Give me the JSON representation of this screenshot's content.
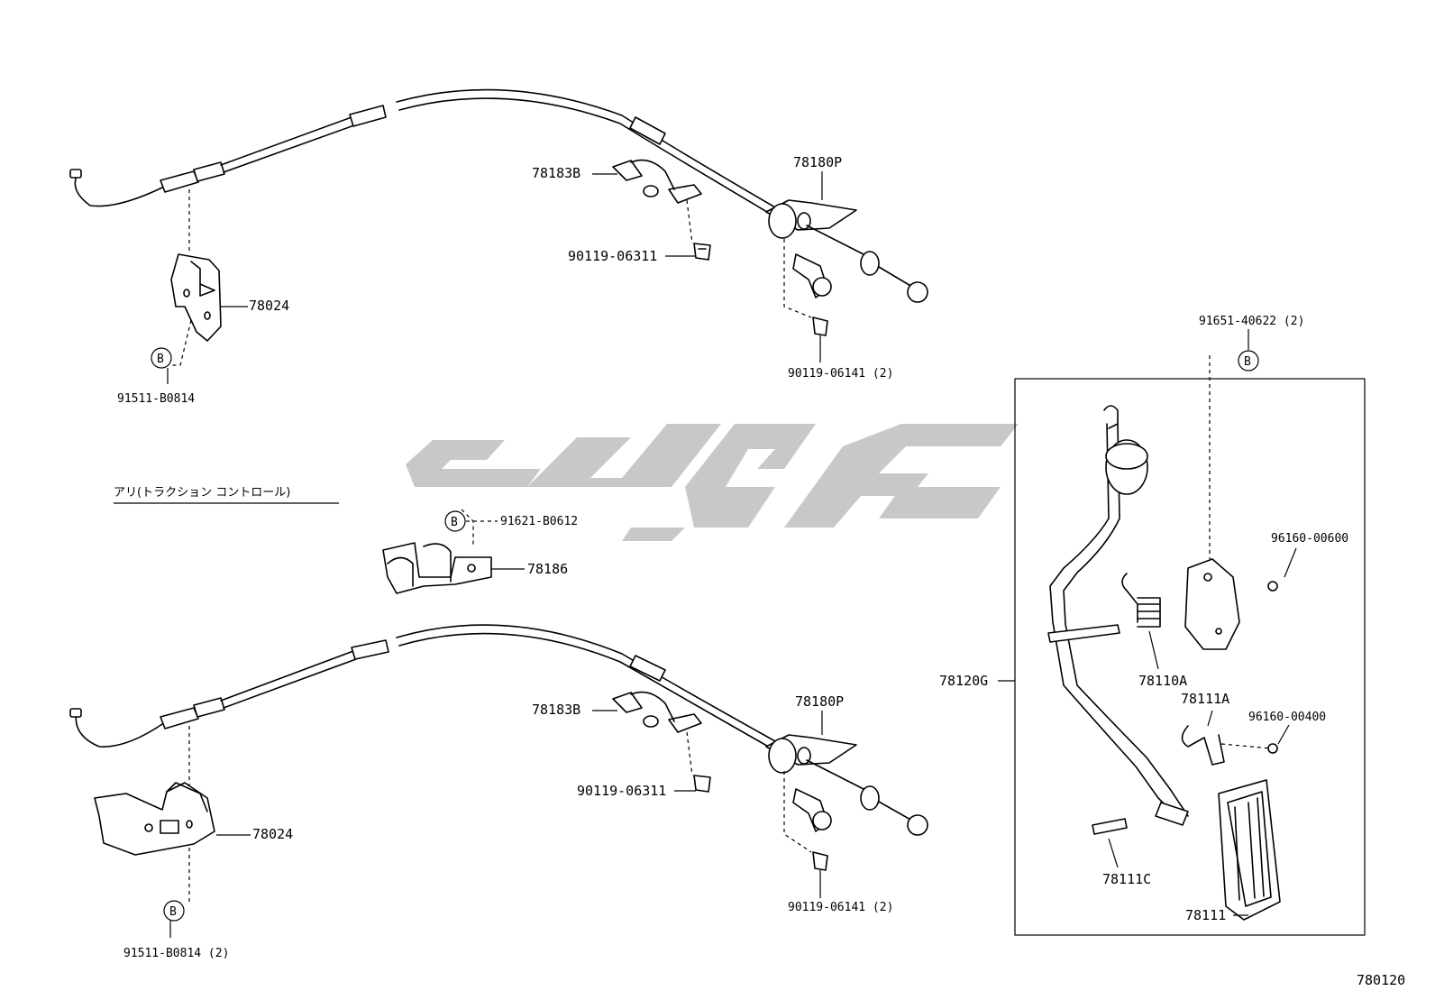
{
  "labels": {
    "top_78183B": "78183B",
    "top_78180P": "78180P",
    "top_90119_06311": "90119-06311",
    "top_78024": "78024",
    "top_90119_06141": "90119-06141 (2)",
    "top_91511_B0814": "91511-B0814",
    "top_B": "B",
    "note_traction": "アリ(トラクション コントロール)",
    "mid_91621_B0612": "91621-B0612",
    "mid_B": "B",
    "mid_78186": "78186",
    "bot_78183B": "78183B",
    "bot_78180P": "78180P",
    "bot_90119_06311": "90119-06311",
    "bot_78024": "78024",
    "bot_90119_06141": "90119-06141 (2)",
    "bot_B": "B",
    "bot_91511_B0814": "91511-B0814 (2)",
    "box_91651_40622": "91651-40622 (2)",
    "box_B": "B",
    "box_96160_00600": "96160-00600",
    "box_78120G": "78120G",
    "box_78110A": "78110A",
    "box_78111A": "78111A",
    "box_96160_00400": "96160-00400",
    "box_78111C": "78111C",
    "box_78111": "78111",
    "figure_number": "780120"
  },
  "watermark": {
    "color": "#c8c8c8"
  }
}
